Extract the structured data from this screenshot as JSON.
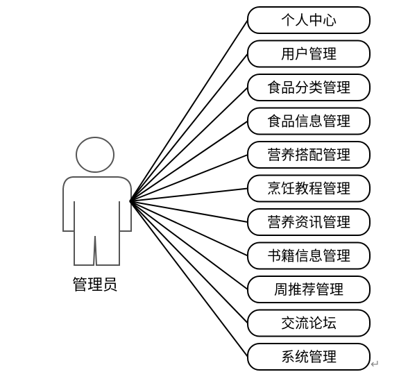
{
  "diagram": {
    "actor": {
      "label": "管理员"
    },
    "use_cases": [
      {
        "label": "个人中心"
      },
      {
        "label": "用户管理"
      },
      {
        "label": "食品分类管理"
      },
      {
        "label": "食品信息管理"
      },
      {
        "label": "营养搭配管理"
      },
      {
        "label": "烹饪教程管理"
      },
      {
        "label": "营养资讯管理"
      },
      {
        "label": "书籍信息管理"
      },
      {
        "label": "周推荐管理"
      },
      {
        "label": "交流论坛"
      },
      {
        "label": "系统管理"
      }
    ],
    "paragraph_mark": "↵",
    "icons": {
      "actor": "person-icon",
      "paragraph_mark": "return-arrow-icon"
    },
    "colors": {
      "actor_stroke": "#555555",
      "line": "#000000",
      "background": "#ffffff"
    }
  }
}
